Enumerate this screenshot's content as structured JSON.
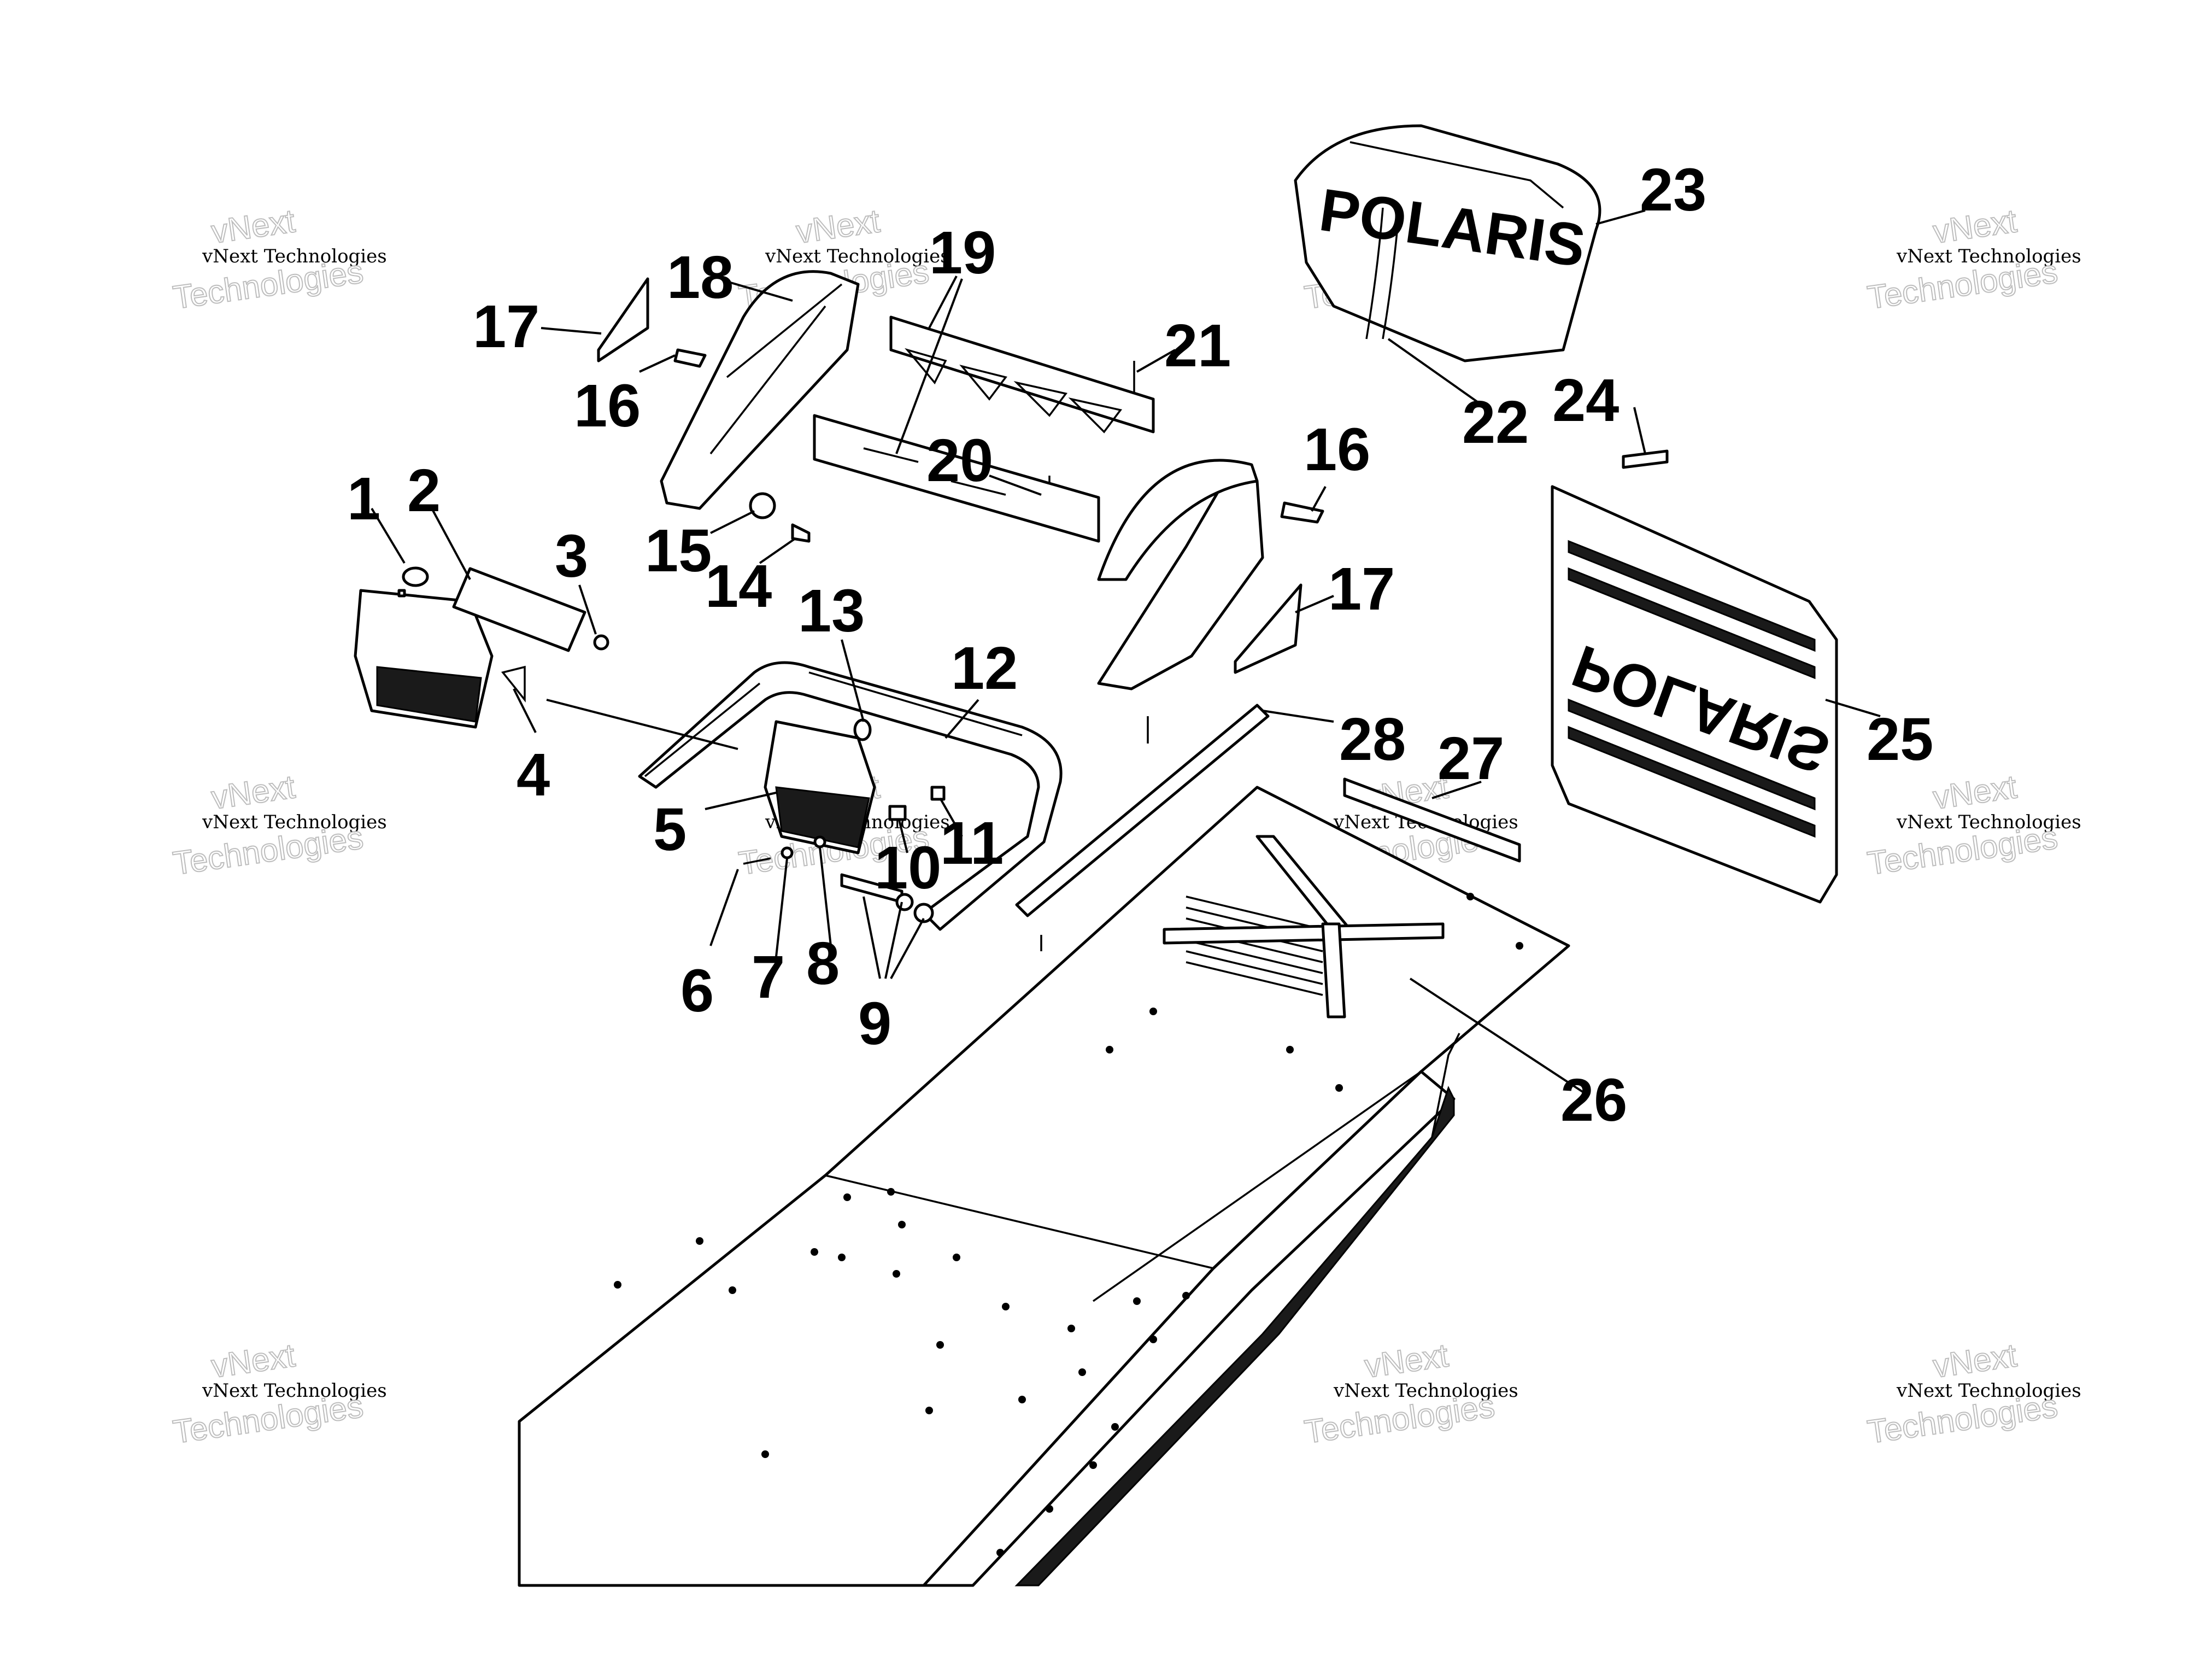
{
  "watermark": {
    "line1": "vNext Technologies",
    "line2": "Technologies",
    "line3": "vNext"
  },
  "callouts": [
    "1",
    "2",
    "3",
    "4",
    "5",
    "6",
    "7",
    "8",
    "9",
    "10",
    "11",
    "12",
    "13",
    "14",
    "15",
    "16",
    "16",
    "17",
    "17",
    "18",
    "19",
    "20",
    "21",
    "22",
    "23",
    "24",
    "25",
    "26",
    "27",
    "28"
  ],
  "logo_text": "POLARIS"
}
